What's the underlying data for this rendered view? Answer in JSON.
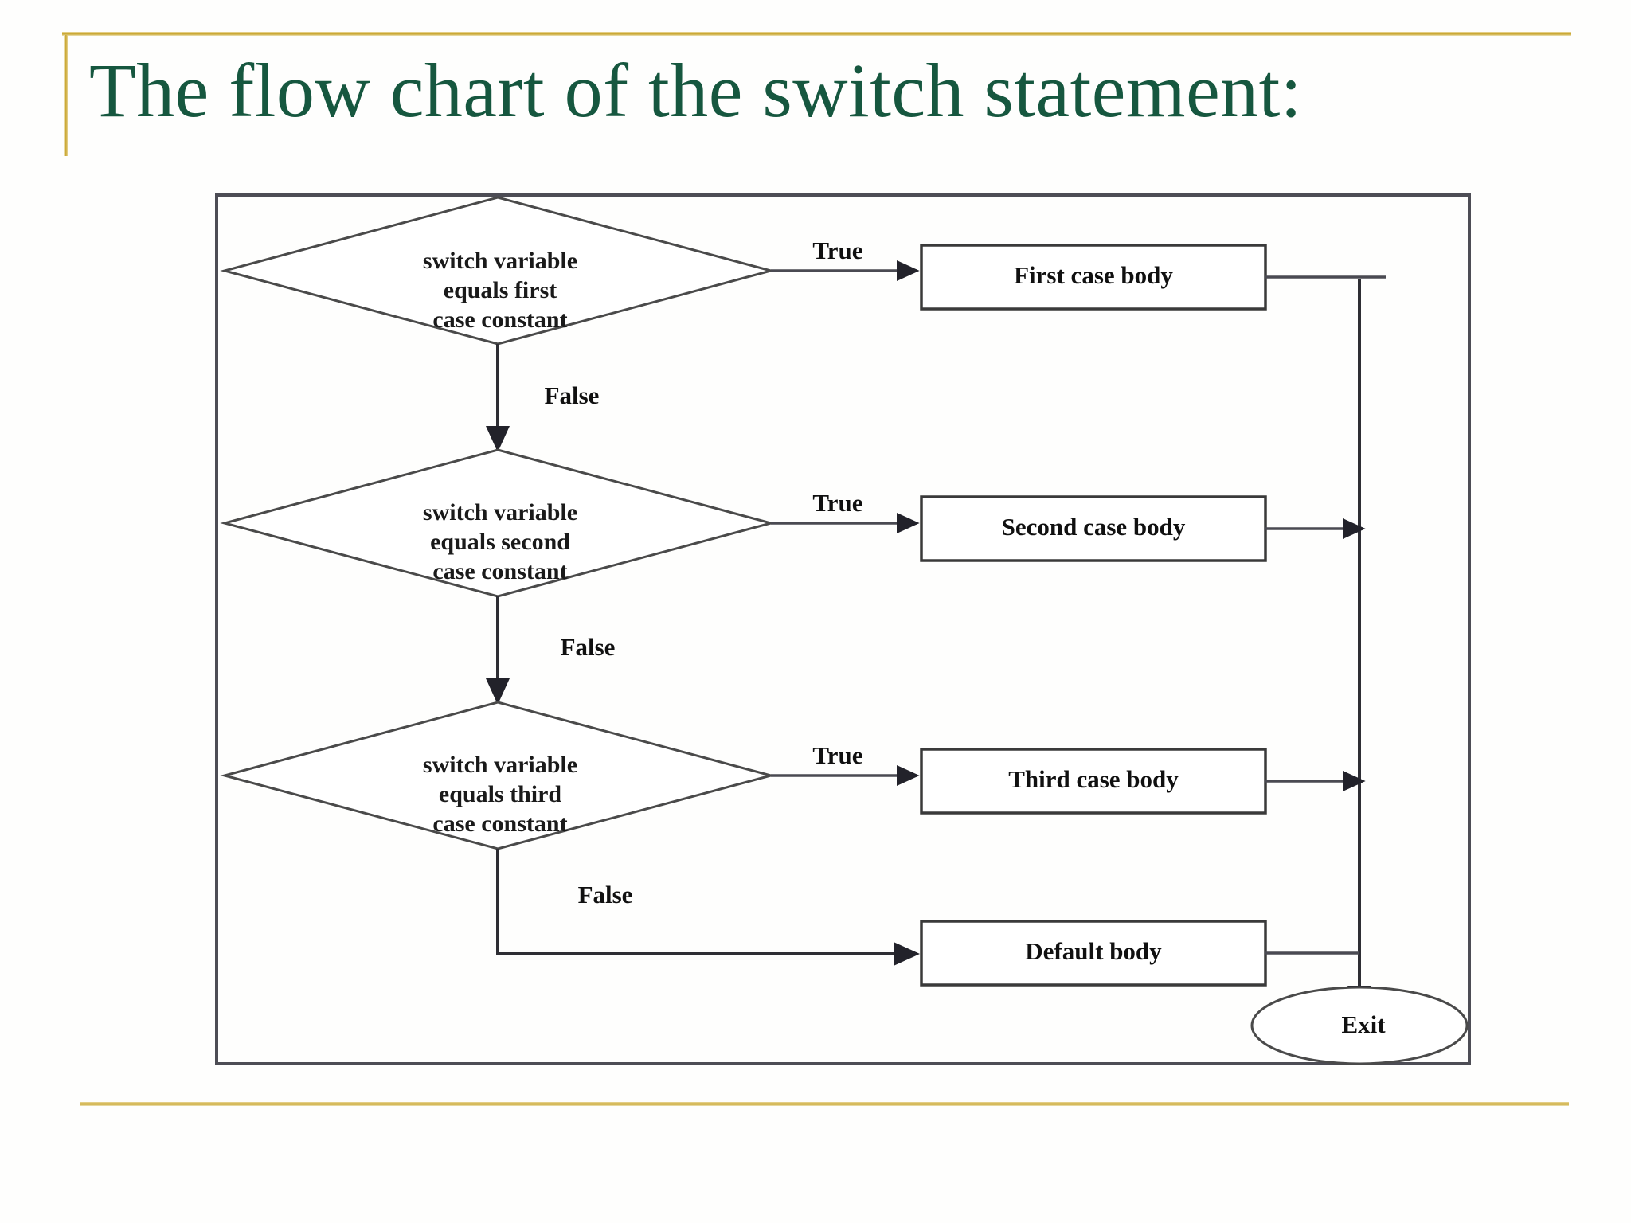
{
  "slide": {
    "title": "The flow chart of the switch statement:",
    "title_color": "#16573f",
    "accent_rule_color": "#c8a42c",
    "background_color": "#fefefd"
  },
  "diagram": {
    "type": "flowchart",
    "frame_label": "switch-statement-flowchart",
    "decisions": [
      {
        "id": "decision-first",
        "lines": [
          "switch variable",
          "equals first",
          "case constant"
        ],
        "true_label": "True",
        "false_label": "False",
        "true_target": "First case body",
        "false_target": "switch variable equals second case constant"
      },
      {
        "id": "decision-second",
        "lines": [
          "switch variable",
          "equals second",
          "case constant"
        ],
        "true_label": "True",
        "false_label": "False",
        "true_target": "Second case body",
        "false_target": "switch variable equals third case constant"
      },
      {
        "id": "decision-third",
        "lines": [
          "switch variable",
          "equals third",
          "case constant"
        ],
        "true_label": "True",
        "false_label": "False",
        "true_target": "Third case body",
        "false_target": "Default body"
      }
    ],
    "processes": [
      {
        "id": "process-first",
        "label": "First case body"
      },
      {
        "id": "process-second",
        "label": "Second case body"
      },
      {
        "id": "process-third",
        "label": "Third case body"
      },
      {
        "id": "process-default",
        "label": "Default body"
      }
    ],
    "terminator": {
      "id": "terminator-exit",
      "label": "Exit"
    },
    "shape_colors": {
      "shape_fill": "#ffffff",
      "shape_stroke": "#4a4a4a",
      "connector": "#4a4a52",
      "text": "#101010"
    }
  }
}
